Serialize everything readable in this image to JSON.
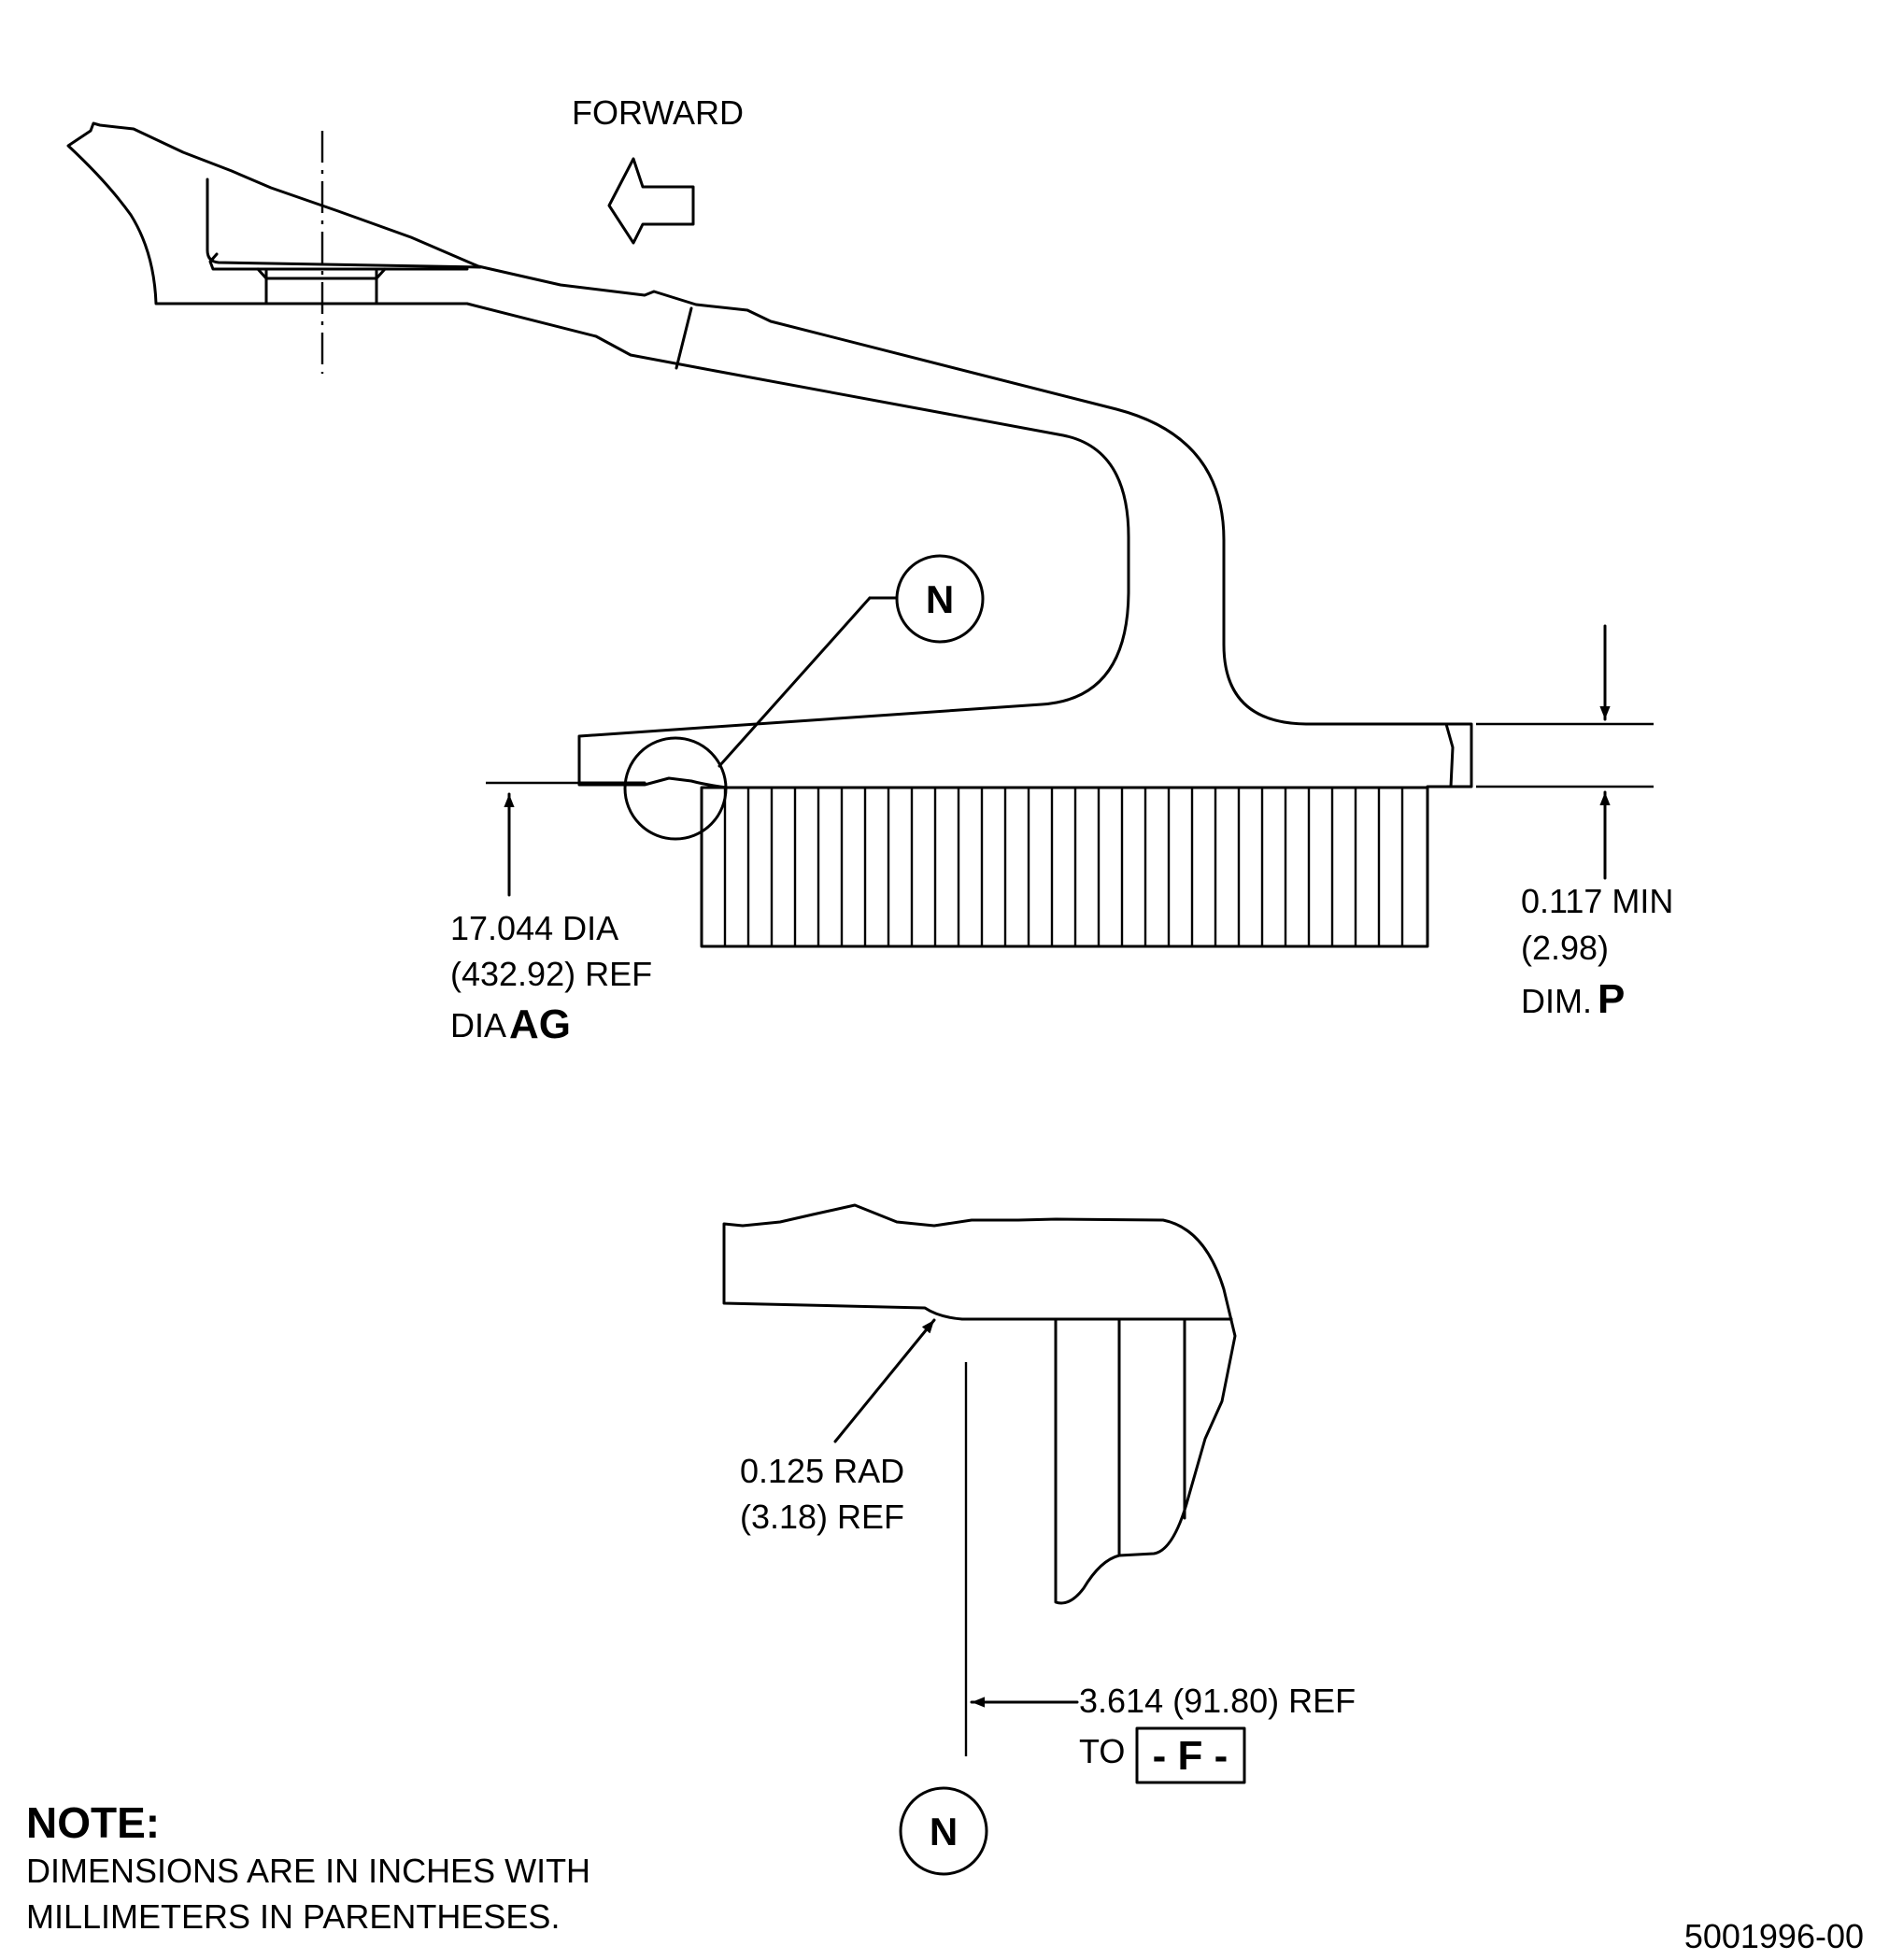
{
  "labels": {
    "forward": "FORWARD",
    "dia_line1": "17.044 DIA",
    "dia_line2": "(432.92) REF",
    "dia_prefix": "DIA",
    "dia_code": "AG",
    "min_line1": "0.117 MIN",
    "min_line2": "(2.98)",
    "min_prefix": "DIM.",
    "min_code": "P",
    "rad_line1": "0.125 RAD",
    "rad_line2": "(3.18) REF",
    "ref_line1": "3.614 (91.80) REF",
    "ref_to": "TO",
    "datum": "- F -",
    "callout": "N",
    "note_title": "NOTE:",
    "note_line1": "DIMENSIONS ARE IN INCHES WITH",
    "note_line2": "MILLIMETERS IN PARENTHESES.",
    "figure_id": "5001996-00"
  }
}
